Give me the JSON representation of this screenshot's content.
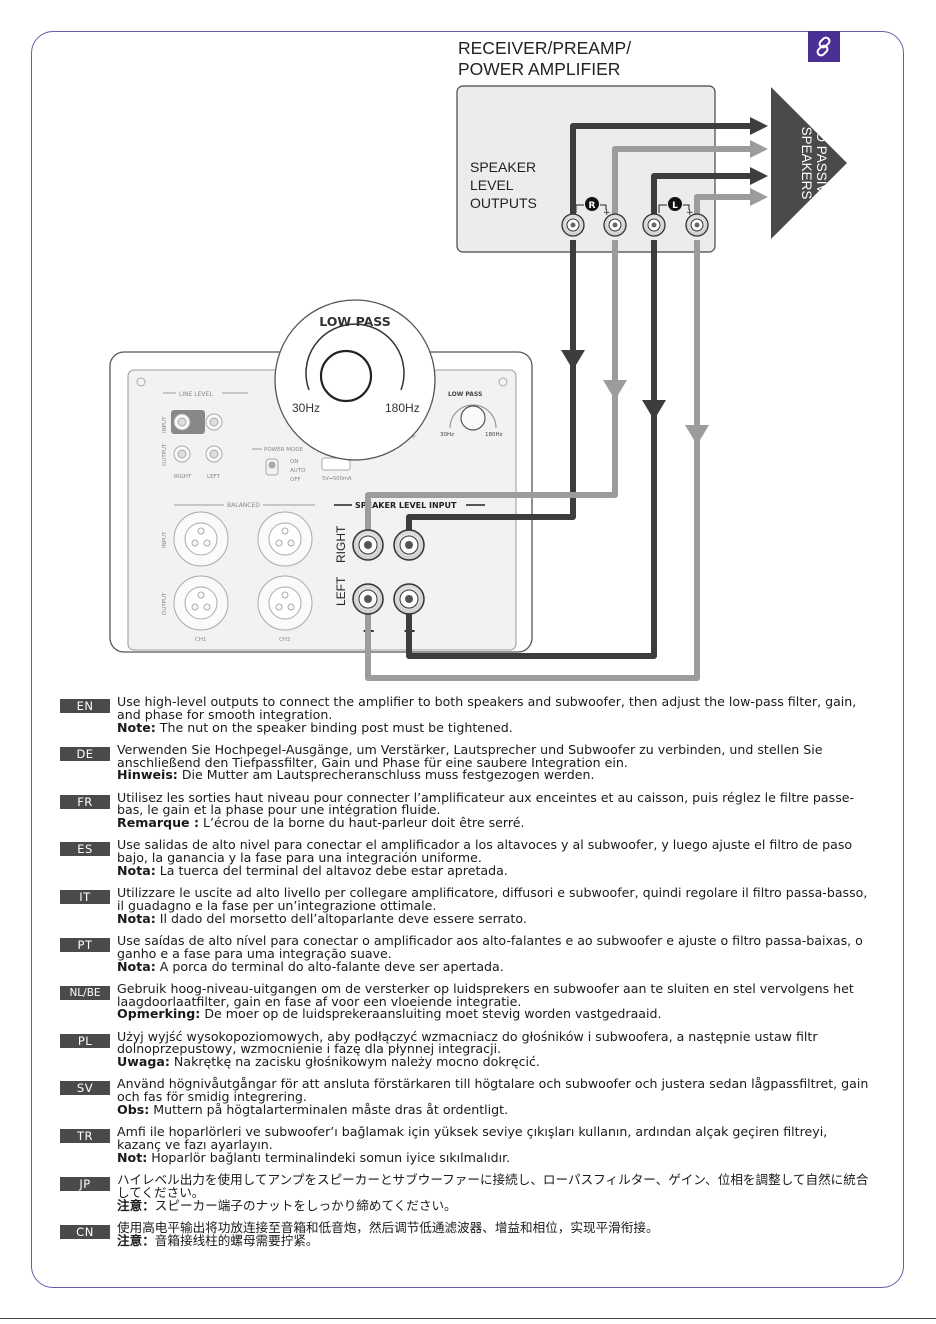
{
  "header": {
    "title_line1": "RECEIVER/PREAMP/",
    "title_line2": "POWER AMPLIFIER"
  },
  "icons": {
    "top_right": "link-icon"
  },
  "colors": {
    "frame": "#6b5aa8",
    "accent": "#4b2f96",
    "cable_dark": "#3d3d3d",
    "cable_light": "#9c9c9c"
  },
  "receiver": {
    "label_line1": "SPEAKER",
    "label_line2": "LEVEL",
    "label_line3": "OUTPUTS",
    "r_badge": "R",
    "l_badge": "L",
    "minus": "-",
    "plus": "+"
  },
  "speakers": {
    "line1": "TO PASSIVE",
    "line2": "SPEAKERS"
  },
  "zoom": {
    "title": "LOW PASS",
    "min": "30Hz",
    "max": "180Hz"
  },
  "sub_panel": {
    "line_level": "LINE LEVEL",
    "input": "INPUT",
    "output": "OUTPUT",
    "right": "RIGHT",
    "left": "LEFT",
    "power_mode": "POWER MODE",
    "on": "ON",
    "auto": "AUTO",
    "off": "OFF",
    "usb": "5V⎓500mA",
    "balanced": "BALANCED",
    "ch1": "CH1",
    "ch2": "CH2",
    "low_pass": "LOW PASS",
    "lp_min": "30Hz",
    "lp_max": "180Hz",
    "speaker_level_input": "SPEAKER LEVEL INPUT",
    "right_big": "RIGHT",
    "left_big": "LEFT",
    "plus": "+",
    "minus": "−"
  },
  "instructions": [
    {
      "lang": "EN",
      "body": "Use high-level outputs to connect the amplifier to both speakers and subwoofer, then adjust the low-pass filter, gain, and phase for smooth integration.",
      "note_label": "Note:",
      "note": " The nut on the speaker binding post must be tightened."
    },
    {
      "lang": "DE",
      "body": "Verwenden Sie Hochpegel-Ausgänge, um Verstärker, Lautsprecher und Subwoofer zu verbinden, und stellen Sie anschließend den Tiefpassfilter, Gain und Phase für eine saubere Integration ein.",
      "note_label": "Hinweis:",
      "note": " Die Mutter am Lautsprecheranschluss muss festgezogen werden."
    },
    {
      "lang": "FR",
      "body": "Utilisez les sorties haut niveau pour connecter l’amplificateur aux enceintes et au caisson, puis réglez le filtre passe-bas, le gain et la phase pour une intégration fluide.",
      "note_label": "Remarque :",
      "note": " L’écrou de la borne du haut-parleur doit être serré."
    },
    {
      "lang": "ES",
      "body": "Use salidas de alto nivel para conectar el amplificador a los altavoces y al subwoofer, y luego ajuste el filtro de paso bajo, la ganancia y la fase para una integración uniforme.",
      "note_label": "Nota:",
      "note": " La tuerca del terminal del altavoz debe estar apretada."
    },
    {
      "lang": "IT",
      "body": "Utilizzare le uscite ad alto livello per collegare amplificatore, diffusori e subwoofer, quindi regolare il filtro passa-basso, il guadagno e la fase per un’integrazione ottimale.",
      "note_label": "Nota:",
      "note": " Il dado del morsetto dell’altoparlante deve essere serrato."
    },
    {
      "lang": "PT",
      "body": "Use saídas de alto nível para conectar o amplificador aos alto-falantes e ao subwoofer e ajuste o filtro passa-baixas, o ganho e a fase para uma integração suave.",
      "note_label": "Nota:",
      "note": " A porca do terminal do alto-falante deve ser apertada."
    },
    {
      "lang": "NL/BE",
      "body": "Gebruik hoog-niveau-uitgangen om de versterker op luidsprekers en subwoofer aan te sluiten en stel vervolgens het laagdoorlaatfilter, gain en fase af voor een vloeiende integratie.",
      "note_label": "Opmerking:",
      "note": " De moer op de luidsprekeraansluiting moet stevig worden vastgedraaid."
    },
    {
      "lang": "PL",
      "body": "Użyj wyjść wysokopoziomowych, aby podłączyć wzmacniacz do głośników i subwoofera, a następnie ustaw filtr dolnoprzepustowy, wzmocnienie i fazę dla płynnej integracji.",
      "note_label": "Uwaga:",
      "note": " Nakrętkę na zacisku głośnikowym należy mocno dokręcić."
    },
    {
      "lang": "SV",
      "body": "Använd högnivåutgångar för att ansluta förstärkaren till högtalare och subwoofer och justera sedan lågpassfiltret, gain och fas för smidig integrering.",
      "note_label": "Obs:",
      "note": " Muttern på högtalarterminalen måste dras åt ordentligt."
    },
    {
      "lang": "TR",
      "body": "Amfi ile hoparlörleri ve subwoofer’ı bağlamak için yüksek seviye çıkışları kullanın, ardından alçak geçiren filtreyi, kazanç ve fazı ayarlayın.",
      "note_label": "Not:",
      "note": " Hoparlör bağlantı terminalindeki somun iyice sıkılmalıdır."
    },
    {
      "lang": "JP",
      "body": "ハイレベル出力を使用してアンプをスピーカーとサブウーファーに接続し、ローパスフィルター、ゲイン、位相を調整して自然に統合してください。",
      "note_label": "注意：",
      "note": "スピーカー端子のナットをしっかり締めてください。"
    },
    {
      "lang": "CN",
      "body": "使用高电平输出将功放连接至音箱和低音炮，然后调节低通滤波器、增益和相位，实现平滑衔接。",
      "note_label": "注意：",
      "note": "音箱接线柱的螺母需要拧紧。"
    }
  ]
}
